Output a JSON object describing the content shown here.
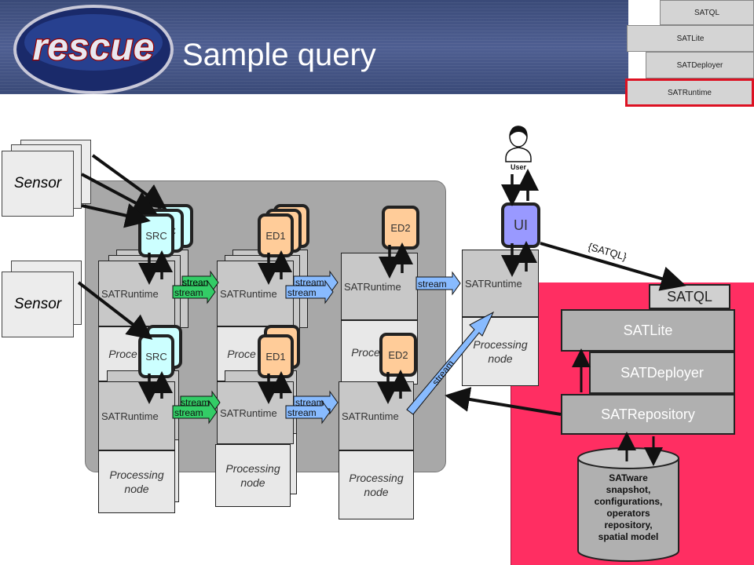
{
  "slide": {
    "title": "Sample query",
    "logo_text": "rescue"
  },
  "stack_mini": [
    "SATQL",
    "SATLite",
    "SATDeployer",
    "SATRuntime"
  ],
  "sensors": [
    "Sensor",
    "Sensor"
  ],
  "user": {
    "label": "User"
  },
  "nodes": {
    "runtime_label": "SATRuntime",
    "processing_label": "Processing node",
    "partial_processing": "Proce",
    "partial_node": "node"
  },
  "operators": {
    "src": "SRC",
    "src_partial": "C",
    "ed1": "ED1",
    "ed2": "ED2",
    "ui": "UI"
  },
  "stream_label": "stream",
  "stream_label_partial": "strean",
  "query_label": "{SATQL}",
  "layers": {
    "satql": "SATQL",
    "satlite": "SATLite",
    "satdeployer": "SATDeployer",
    "satrepository": "SATRepository"
  },
  "repository_text": [
    "SATware",
    "snapshot,",
    "configurations,",
    "operators",
    "repository,",
    "spatial model"
  ],
  "colors": {
    "header": "#3a4a78",
    "cluster": "#a8a8a8",
    "satware_red": "#ff2e62",
    "src": "#ccffff",
    "ed": "#ffcc99",
    "ui": "#9999ff",
    "stream_green": "#33cc66",
    "stream_blue": "#88bbff"
  }
}
